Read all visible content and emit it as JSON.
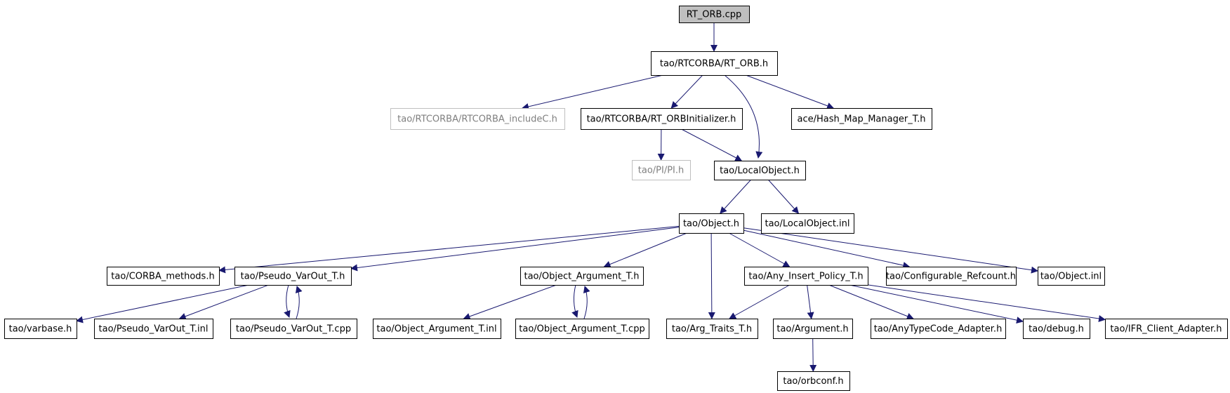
{
  "colors": {
    "edge": "#191970",
    "border": "#000000",
    "missing_border": "#bfbfbf",
    "root_fill": "#bfbfbf",
    "node_fill": "#ffffff"
  },
  "nodes": [
    {
      "id": "rt_orb_cpp",
      "label": "RT_ORB.cpp",
      "style": "root"
    },
    {
      "id": "rt_orb_h",
      "label": "tao/RTCORBA/RT_ORB.h",
      "style": "normal"
    },
    {
      "id": "rtcorba_includec",
      "label": "tao/RTCORBA/RTCORBA_includeC.h",
      "style": "missing"
    },
    {
      "id": "rt_orbinitializer",
      "label": "tao/RTCORBA/RT_ORBInitializer.h",
      "style": "normal"
    },
    {
      "id": "hash_map",
      "label": "ace/Hash_Map_Manager_T.h",
      "style": "normal"
    },
    {
      "id": "pi_h",
      "label": "tao/PI/PI.h",
      "style": "missing"
    },
    {
      "id": "localobject_h",
      "label": "tao/LocalObject.h",
      "style": "normal"
    },
    {
      "id": "object_h",
      "label": "tao/Object.h",
      "style": "normal"
    },
    {
      "id": "localobject_inl",
      "label": "tao/LocalObject.inl",
      "style": "normal"
    },
    {
      "id": "corba_methods",
      "label": "tao/CORBA_methods.h",
      "style": "normal"
    },
    {
      "id": "pseudo_varout_h",
      "label": "tao/Pseudo_VarOut_T.h",
      "style": "normal"
    },
    {
      "id": "object_argument_h",
      "label": "tao/Object_Argument_T.h",
      "style": "normal"
    },
    {
      "id": "any_insert",
      "label": "tao/Any_Insert_Policy_T.h",
      "style": "normal"
    },
    {
      "id": "configurable_refcount",
      "label": "tao/Configurable_Refcount.h",
      "style": "normal"
    },
    {
      "id": "object_inl",
      "label": "tao/Object.inl",
      "style": "normal"
    },
    {
      "id": "varbase",
      "label": "tao/varbase.h",
      "style": "normal"
    },
    {
      "id": "pseudo_varout_inl",
      "label": "tao/Pseudo_VarOut_T.inl",
      "style": "normal"
    },
    {
      "id": "pseudo_varout_cpp",
      "label": "tao/Pseudo_VarOut_T.cpp",
      "style": "normal"
    },
    {
      "id": "object_argument_inl",
      "label": "tao/Object_Argument_T.inl",
      "style": "normal"
    },
    {
      "id": "object_argument_cpp",
      "label": "tao/Object_Argument_T.cpp",
      "style": "normal"
    },
    {
      "id": "arg_traits",
      "label": "tao/Arg_Traits_T.h",
      "style": "normal"
    },
    {
      "id": "argument_h",
      "label": "tao/Argument.h",
      "style": "normal"
    },
    {
      "id": "anytypecode",
      "label": "tao/AnyTypeCode_Adapter.h",
      "style": "normal"
    },
    {
      "id": "debug_h",
      "label": "tao/debug.h",
      "style": "normal"
    },
    {
      "id": "ifr_client",
      "label": "tao/IFR_Client_Adapter.h",
      "style": "normal"
    },
    {
      "id": "orbconf",
      "label": "tao/orbconf.h",
      "style": "normal"
    }
  ],
  "edges": [
    {
      "from": "rt_orb_cpp",
      "to": "rt_orb_h"
    },
    {
      "from": "rt_orb_h",
      "to": "rtcorba_includec"
    },
    {
      "from": "rt_orb_h",
      "to": "rt_orbinitializer"
    },
    {
      "from": "rt_orb_h",
      "to": "localobject_h"
    },
    {
      "from": "rt_orb_h",
      "to": "hash_map"
    },
    {
      "from": "rt_orbinitializer",
      "to": "pi_h"
    },
    {
      "from": "rt_orbinitializer",
      "to": "localobject_h"
    },
    {
      "from": "localobject_h",
      "to": "object_h"
    },
    {
      "from": "localobject_h",
      "to": "localobject_inl"
    },
    {
      "from": "object_h",
      "to": "corba_methods"
    },
    {
      "from": "object_h",
      "to": "pseudo_varout_h"
    },
    {
      "from": "object_h",
      "to": "object_argument_h"
    },
    {
      "from": "object_h",
      "to": "arg_traits"
    },
    {
      "from": "object_h",
      "to": "any_insert"
    },
    {
      "from": "object_h",
      "to": "configurable_refcount"
    },
    {
      "from": "object_h",
      "to": "object_inl"
    },
    {
      "from": "pseudo_varout_h",
      "to": "varbase"
    },
    {
      "from": "pseudo_varout_h",
      "to": "pseudo_varout_inl"
    },
    {
      "from": "pseudo_varout_h",
      "to": "pseudo_varout_cpp"
    },
    {
      "from": "pseudo_varout_cpp",
      "to": "pseudo_varout_h"
    },
    {
      "from": "object_argument_h",
      "to": "object_argument_inl"
    },
    {
      "from": "object_argument_h",
      "to": "object_argument_cpp"
    },
    {
      "from": "object_argument_cpp",
      "to": "object_argument_h"
    },
    {
      "from": "any_insert",
      "to": "arg_traits"
    },
    {
      "from": "any_insert",
      "to": "argument_h"
    },
    {
      "from": "any_insert",
      "to": "anytypecode"
    },
    {
      "from": "any_insert",
      "to": "debug_h"
    },
    {
      "from": "any_insert",
      "to": "ifr_client"
    },
    {
      "from": "argument_h",
      "to": "orbconf"
    }
  ]
}
